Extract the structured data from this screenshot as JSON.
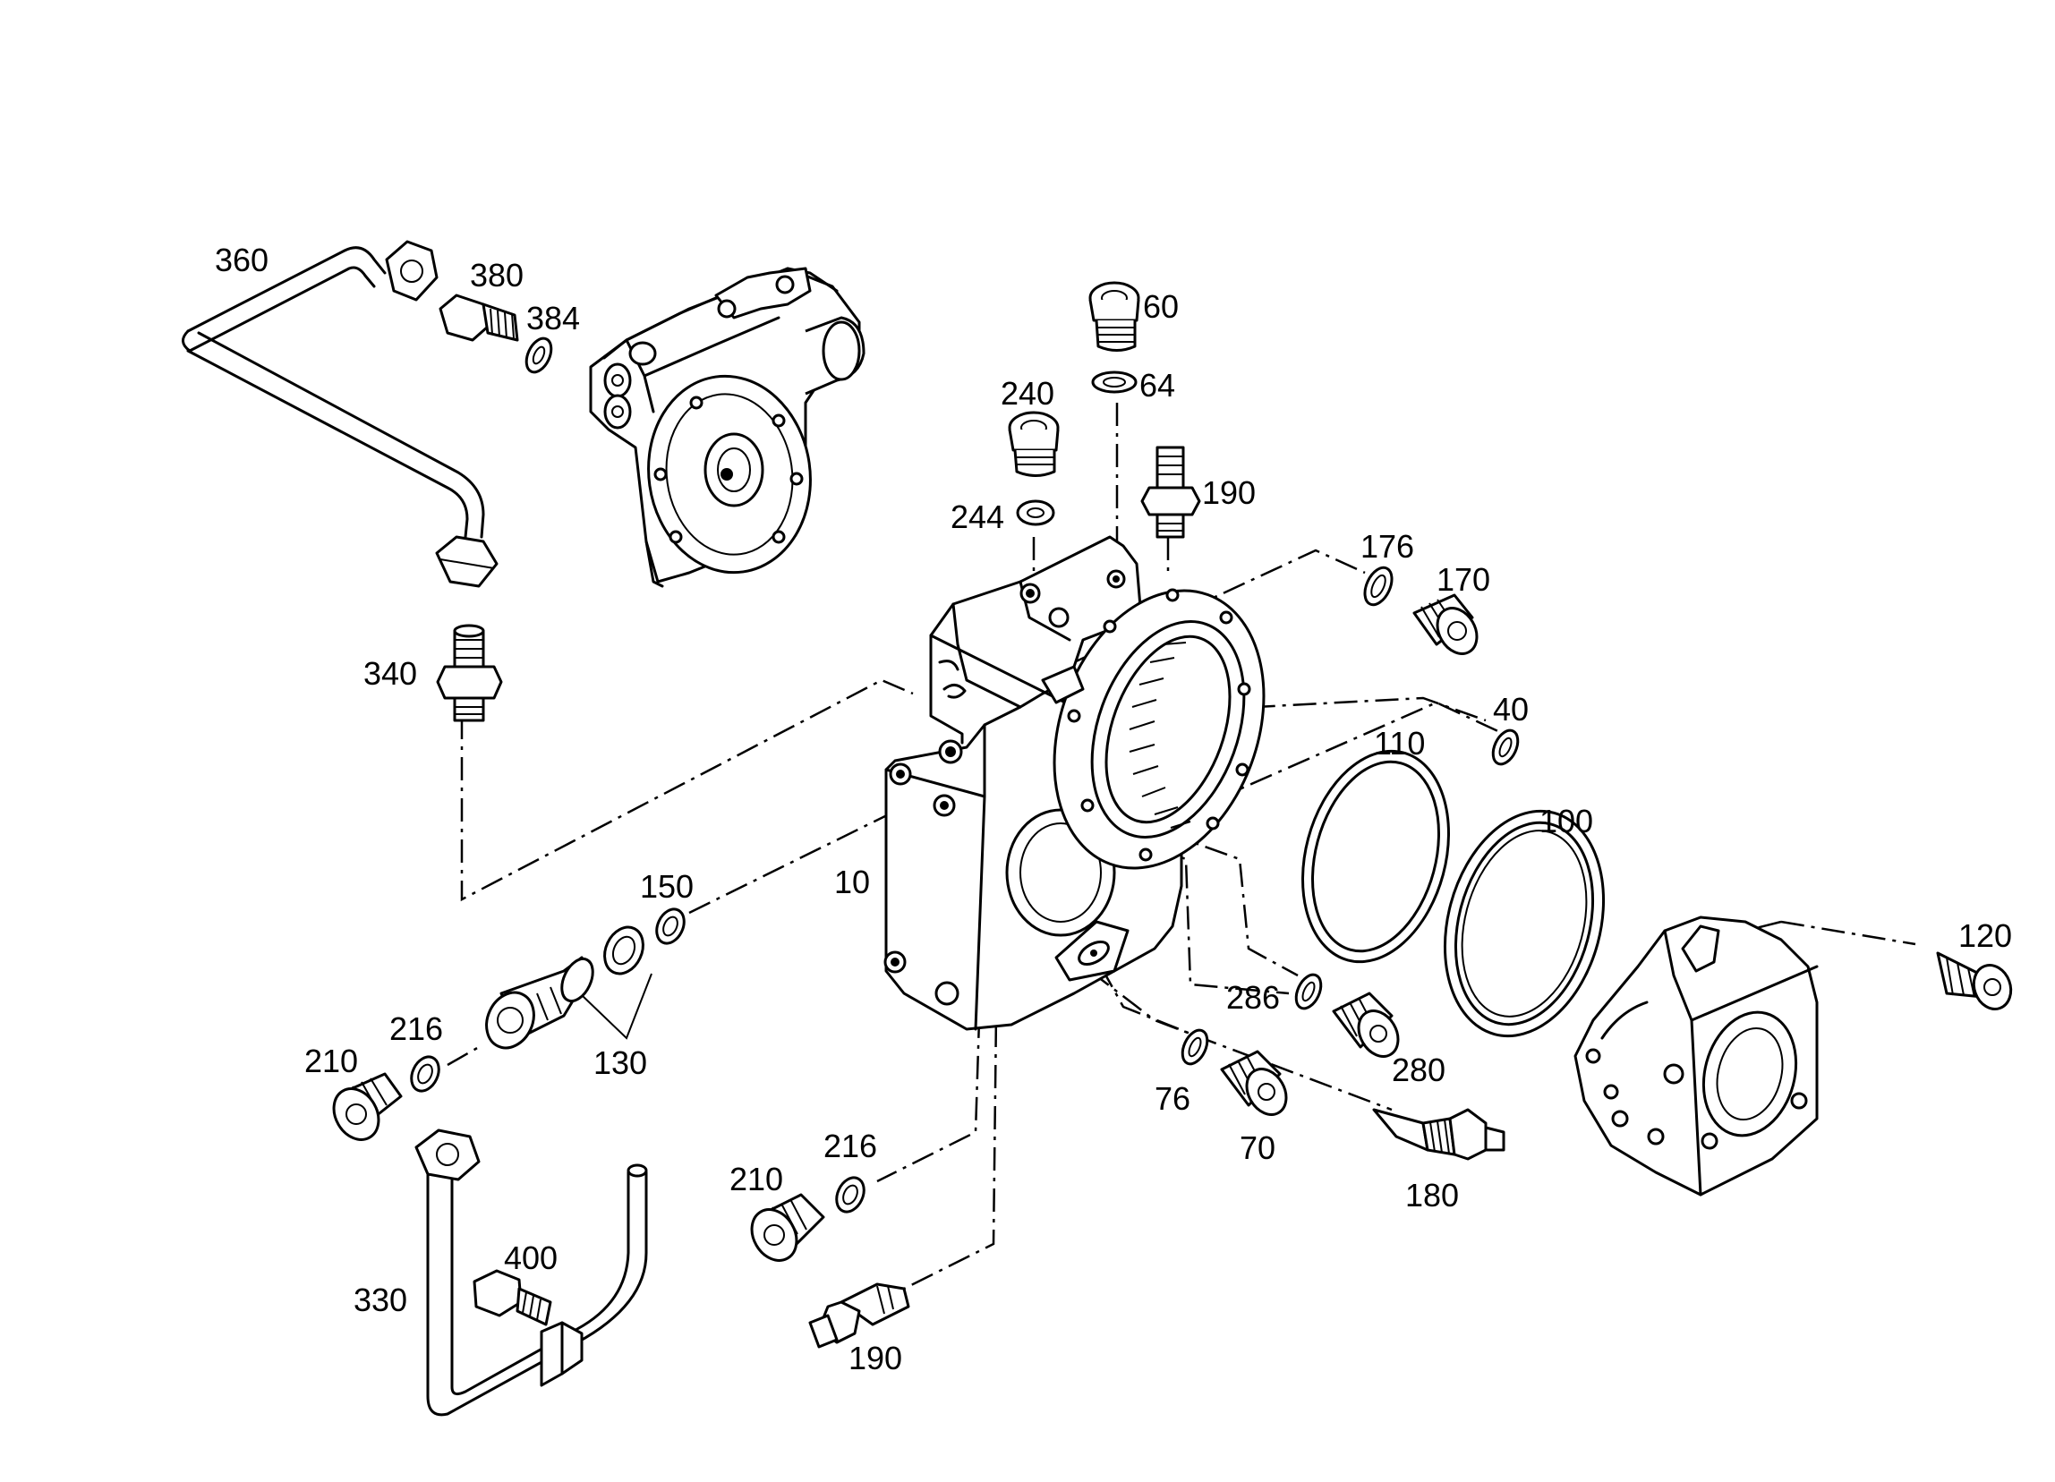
{
  "callouts": [
    {
      "id": "c360",
      "text": "360"
    },
    {
      "id": "c380",
      "text": "380"
    },
    {
      "id": "c384",
      "text": "384"
    },
    {
      "id": "c60",
      "text": "60"
    },
    {
      "id": "c64",
      "text": "64"
    },
    {
      "id": "c240",
      "text": "240"
    },
    {
      "id": "c244",
      "text": "244"
    },
    {
      "id": "c190a",
      "text": "190"
    },
    {
      "id": "c176",
      "text": "176"
    },
    {
      "id": "c170",
      "text": "170"
    },
    {
      "id": "c340",
      "text": "340"
    },
    {
      "id": "c40",
      "text": "40"
    },
    {
      "id": "c110",
      "text": "110"
    },
    {
      "id": "c100",
      "text": "100"
    },
    {
      "id": "c150",
      "text": "150"
    },
    {
      "id": "c10",
      "text": "10"
    },
    {
      "id": "c120",
      "text": "120"
    },
    {
      "id": "c216a",
      "text": "216"
    },
    {
      "id": "c210a",
      "text": "210"
    },
    {
      "id": "c130",
      "text": "130"
    },
    {
      "id": "c286",
      "text": "286"
    },
    {
      "id": "c280",
      "text": "280"
    },
    {
      "id": "c76",
      "text": "76"
    },
    {
      "id": "c70",
      "text": "70"
    },
    {
      "id": "c180",
      "text": "180"
    },
    {
      "id": "c216b",
      "text": "216"
    },
    {
      "id": "c210b",
      "text": "210"
    },
    {
      "id": "c400",
      "text": "400"
    },
    {
      "id": "c330",
      "text": "330"
    },
    {
      "id": "c190b",
      "text": "190"
    }
  ]
}
